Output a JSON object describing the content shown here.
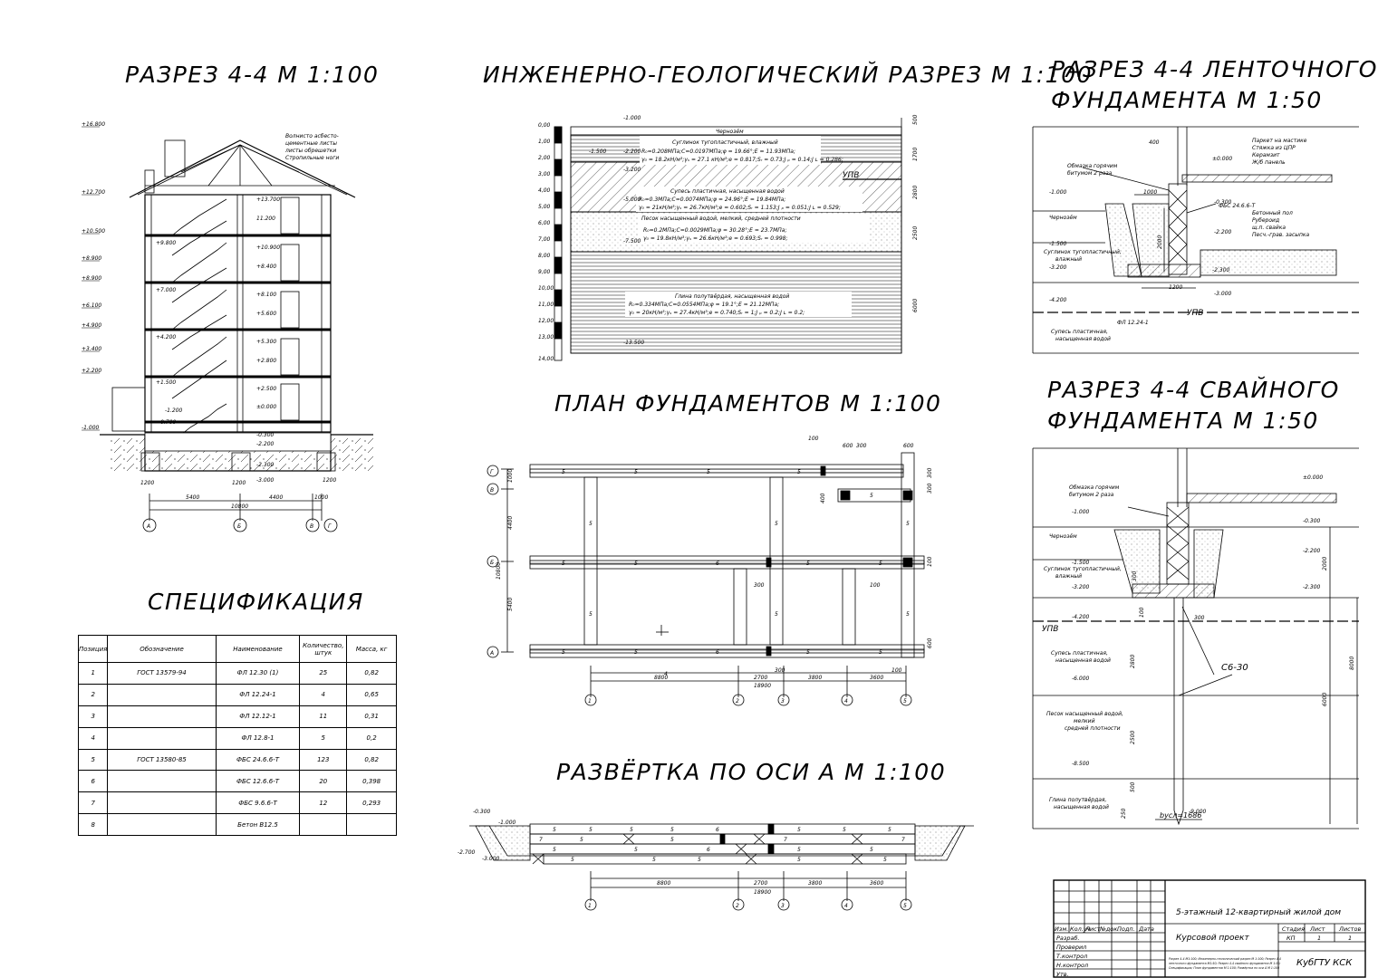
{
  "titles": {
    "section_4_4": "РАЗРЕЗ 4-4 М 1:100",
    "geo_section": "ИНЖЕНЕРНО-ГЕОЛОГИЧЕСКИЙ РАЗРЕЗ М 1:100",
    "strip_line1": "РАЗРЕЗ 4-4 ЛЕНТОЧНОГО",
    "strip_line2": "ФУНДАМЕНТА М 1:50",
    "plan": "ПЛАН ФУНДАМЕНТОВ М 1:100",
    "pile_line1": "РАЗРЕЗ 4-4 СВАЙНОГО",
    "pile_line2": "ФУНДАМЕНТА М 1:50",
    "spec": "СПЕЦИФИКАЦИЯ",
    "unfold": "РАЗВЁРТКА ПО ОСИ А М 1:100"
  },
  "building": {
    "roof_notes": [
      "Волнисто асбесто-",
      "цементные листы",
      "листы обрешетки",
      "Стропильные ноги"
    ],
    "left_levels": [
      "+16.800",
      "+12.700",
      "+10.500",
      "+8.900",
      "+8.900",
      "+6.100",
      "+4.900",
      "+3.400",
      "+2.200",
      "-1.000"
    ],
    "left_levels_2": [
      "+9.800",
      "+7.000",
      "+4.200",
      "+1.500",
      "-1.200",
      "-0.700"
    ],
    "right_levels": [
      "+13.700",
      "11.200",
      "+10.900",
      "+8.400",
      "+8.100",
      "+5.600",
      "+5.300",
      "+2.800",
      "+2.500",
      "±0.000",
      "-0.300",
      "-2.200",
      "-2.300",
      "-3.000"
    ],
    "dims": [
      "1200",
      "1200",
      "1200",
      "5400",
      "4400",
      "1000",
      "10800"
    ],
    "axes": [
      "А",
      "Б",
      "В",
      "Г"
    ]
  },
  "geo": {
    "depths": [
      "0,00",
      "1,00",
      "2,00",
      "3,00",
      "4,00",
      "5,00",
      "6,00",
      "7,00",
      "8,00",
      "9,00",
      "10,00",
      "11,00",
      "12,00",
      "13,00",
      "14,00"
    ],
    "marks": [
      "-1.000",
      "-1.500",
      "-2.200",
      "-3.200",
      "-5.000",
      "-7.500",
      "-13.500"
    ],
    "layers": [
      {
        "name": "Чернозём",
        "lines": []
      },
      {
        "name": "Суглинок тугопластичный, влажный",
        "lines": [
          "R₀=0.208МПа;C=0.0197МПа;φ = 19.66°;E = 11.93МПа;",
          "γ₀ = 18.2кН/м³;γₛ = 27.1 кН/м³;e = 0.817;Sᵣ = 0.73;J ₚ = 0.14;J ʟ = 0.286;"
        ]
      },
      {
        "name": "Супесь пластичная, насыщенная водой",
        "lines": [
          "R₀=0.3МПа;C=0.0074МПа;φ = 24.96°;E = 19.84МПа;",
          "γ₀ = 21кН/м³;γₛ = 26.7кН/м³;e = 0.602;Sᵣ = 1.153;J ₚ = 0.051;J ʟ = 0.529;"
        ]
      },
      {
        "name": "Песок насыщенный водой, мелкий, средней плотности",
        "lines": [
          "R₀=0.2МПа;C=0.0029МПа;φ = 30.28°;E = 23.7МПа;",
          "γ₀ = 19.8кН/м³;γₛ = 26.6кН/м³;e = 0.693;Sᵣ = 0.998;"
        ]
      },
      {
        "name": "Глина полутвёрдая, насыщенная водой",
        "lines": [
          "R₀=0.334МПа;C=0.0554МПа;φ = 19.1°;E = 21.12МПа;",
          "γ₀ = 20кН/м³;γₛ = 27.4кН/м³;e = 0.740;Sᵣ = 1;J ₚ = 0.2;J ʟ = 0.2;"
        ]
      }
    ],
    "upv": "УПВ",
    "thickness": [
      "500",
      "1700",
      "2800",
      "2500",
      "6000"
    ]
  },
  "strip": {
    "labels": [
      "Обмазка горячим",
      "битумом 2 раза",
      "Чернозём",
      "Суглинок тугопластичный,",
      "влажный",
      "Супесь пластичная,",
      "насыщенная водой",
      "ФЛ 12.24-1",
      "ФБС 24.6.6-Т",
      "УПВ"
    ],
    "layers": [
      "Паркет на мастике",
      "Стяжка из ЦПР",
      "Керамзит",
      "Ж/б панель",
      "Бетонный пол",
      "Рубероид",
      "щ.п. свайка",
      "Песч.-грав. засыпка"
    ],
    "marks": [
      "±0.000",
      "-0.300",
      "-1.000",
      "-1.500",
      "-2.200",
      "-2.300",
      "-3.000",
      "-3.200",
      "-4.200"
    ],
    "dims": [
      "400",
      "1000",
      "1200",
      "2000"
    ]
  },
  "pile": {
    "labels": [
      "Обмазка горячим",
      "битумом 2 раза",
      "Чернозём",
      "Суглинок тугопластичный,",
      "влажный",
      "Супесь пластичная,",
      "насыщенная водой",
      "Песок насыщенный водой,",
      "мелкий",
      "средней плотности",
      "Глина полутвёрдая,",
      "насыщенная водой",
      "УПВ",
      "С6-30",
      "bусл=1686"
    ],
    "marks": [
      "±0.000",
      "-0.300",
      "-1.000",
      "-1.500",
      "-2.200",
      "-2.300",
      "-3.200",
      "-4.200",
      "-6.000",
      "-8.500",
      "-9.000"
    ],
    "dims": [
      "300",
      "100",
      "2800",
      "2500",
      "500",
      "250",
      "300",
      "2000",
      "6000",
      "8000"
    ]
  },
  "plan": {
    "axes_letters": [
      "Г",
      "В",
      "Б",
      "А"
    ],
    "axes_numbers": [
      "1",
      "2",
      "3",
      "4",
      "5"
    ],
    "dims_bottom": [
      "8800",
      "2700",
      "3800",
      "3600",
      "18900"
    ],
    "dims_left": [
      "1000",
      "4400",
      "5400",
      "10800"
    ],
    "dims_misc": [
      "100",
      "600",
      "300",
      "600",
      "300",
      "400",
      "300",
      "100",
      "300",
      "100",
      "300",
      "100",
      "600"
    ],
    "marks": [
      "5",
      "7",
      "6",
      "1",
      "2",
      "3",
      "4"
    ]
  },
  "unfold": {
    "marks": [
      "-0.300",
      "-1.000",
      "-2.700",
      "-3.000"
    ],
    "dims": [
      "8800",
      "2700",
      "3800",
      "3600",
      "18900"
    ],
    "axes": [
      "1",
      "2",
      "3",
      "4",
      "5"
    ]
  },
  "spec_table": {
    "headers": [
      "Позиция",
      "Обозначение",
      "Наименование",
      "Количество, штук",
      "Масса, кг"
    ],
    "rows": [
      [
        "1",
        "ГОСТ 13579-94",
        "ФЛ 12.30 (1)",
        "25",
        "0,82"
      ],
      [
        "2",
        "",
        "ФЛ 12.24-1",
        "4",
        "0,65"
      ],
      [
        "3",
        "",
        "ФЛ 12.12-1",
        "11",
        "0,31"
      ],
      [
        "4",
        "",
        "ФЛ 12.8-1",
        "5",
        "0,2"
      ],
      [
        "5",
        "ГОСТ 13580-85",
        "ФБС 24.6.6-Т",
        "123",
        "0,82"
      ],
      [
        "6",
        "",
        "ФБС 12.6.6-Т",
        "20",
        "0,398"
      ],
      [
        "7",
        "",
        "ФБС 9.6.6-Т",
        "12",
        "0,293"
      ],
      [
        "8",
        "",
        "Бетон В12.5",
        "",
        ""
      ]
    ]
  },
  "title_block": {
    "project": "5-этажный 12-квартирный жилой дом",
    "doc": "Курсовой проект",
    "cols": [
      "Изм.",
      "Кол.уч",
      "Лист",
      "№док.",
      "Подп.",
      "Дата"
    ],
    "roles": [
      "Разраб.",
      "Проверил",
      "Т.контрол",
      "",
      "Н.контрол",
      "Утв."
    ],
    "stage_headers": [
      "Стадия",
      "Лист",
      "Листов"
    ],
    "stage_values": [
      "КП",
      "1",
      "1"
    ],
    "org": "КубГТУ КСК",
    "contents": [
      "Разрез 4-4 М1:100; Инженерно-геологический разрез М 1:100; Разрез 4-4",
      "ленточного фундамента М1:50; Разрез 4-4 свайного фундамента М 1:50;",
      "Спецификация; План фундаментов М 1:100; Развёртка по оси А М 1:100"
    ]
  }
}
